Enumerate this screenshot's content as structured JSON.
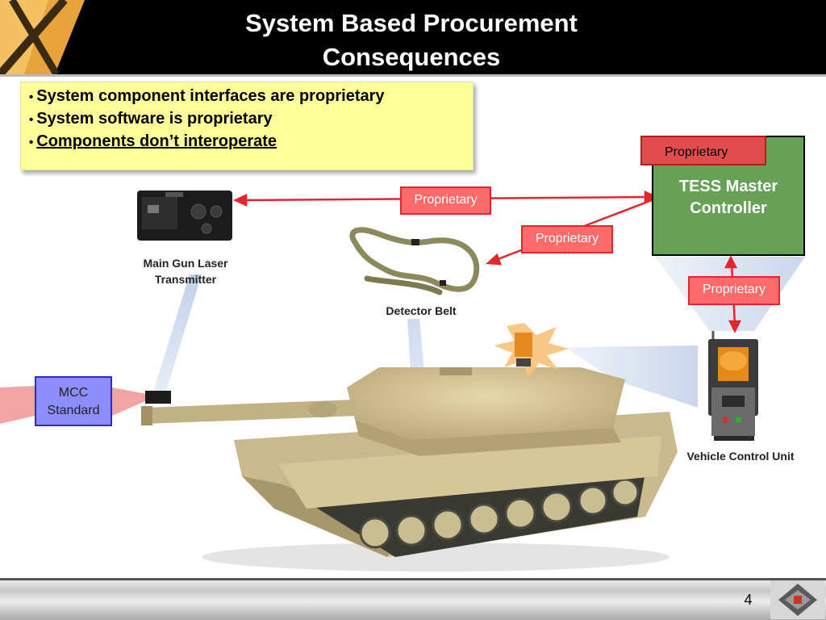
{
  "title": {
    "line1": "System Based Procurement",
    "line2": "Consequences"
  },
  "bullets": [
    "System component interfaces are proprietary",
    "System software is proprietary",
    "Components don’t interoperate"
  ],
  "labels": {
    "main_gun_line1": "Main Gun Laser",
    "main_gun_line2": "Transmitter",
    "detector_belt": "Detector Belt",
    "vehicle_control_unit": "Vehicle Control Unit",
    "mcc_line1": "MCC",
    "mcc_line2": "Standard",
    "tess_line1": "TESS Master",
    "tess_line2": "Controller"
  },
  "proprietary_tags": {
    "tess_corner": "Proprietary",
    "laser_link": "Proprietary",
    "belt_link": "Proprietary",
    "vcu_link": "Proprietary"
  },
  "colors": {
    "tag_fill": "#ff6a6a",
    "tag_border": "#e3262b",
    "tess_fill": "#66a155",
    "mcc_fill": "#8d8dff",
    "note_fill": "#ffff99"
  },
  "footer": {
    "page_number": "4"
  }
}
